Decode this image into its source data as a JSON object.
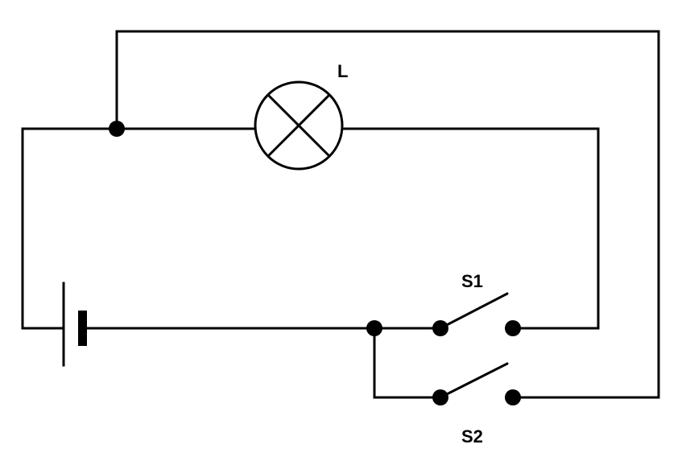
{
  "diagram": {
    "type": "electric circuit",
    "components": {
      "lamp": {
        "label": "L",
        "symbol": "lamp-icon"
      },
      "switch_1": {
        "label": "S1",
        "state": "open"
      },
      "switch_2": {
        "label": "S2",
        "state": "open"
      },
      "battery": {
        "symbol": "battery-icon"
      }
    },
    "colors": {
      "line": "#000000",
      "background": "#ffffff"
    }
  }
}
